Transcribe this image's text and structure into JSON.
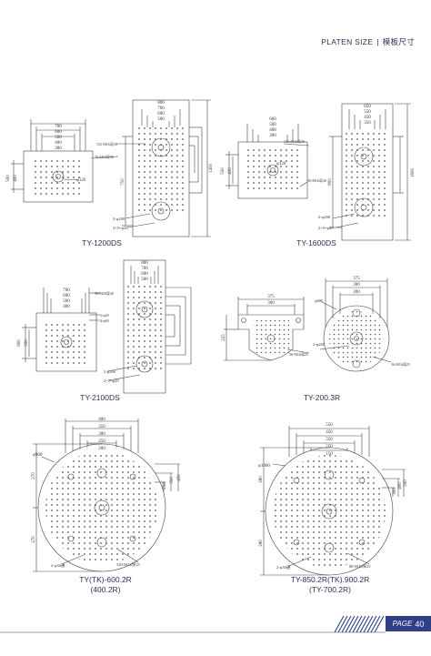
{
  "header": {
    "title_en": "PLATEN SIZE",
    "separator": "|",
    "title_cn": "模板尺寸"
  },
  "platens": [
    {
      "id": "ty-1200ds",
      "caption": "TY-1200DS",
      "fixed_dims": [
        "700",
        "600",
        "500",
        "400",
        "300",
        "200"
      ],
      "fixed_side_dims": [
        "500",
        "400",
        "300",
        "200"
      ],
      "fixed_notes": [
        "76-M16深30",
        "φ120"
      ],
      "moving_dims": [
        "800",
        "700",
        "600",
        "500",
        "400",
        "300",
        "200"
      ],
      "moving_notes": [
        "152-M16深30",
        "2-φ200",
        "2×5=φ20"
      ],
      "moving_side_dims": [
        "750",
        "1450"
      ]
    },
    {
      "id": "ty-1600ds",
      "caption": "TY-1600DS",
      "fixed_dims": [
        "600",
        "500",
        "400",
        "300",
        "200"
      ],
      "fixed_side_dims": [
        "550",
        "450",
        "350",
        "250"
      ],
      "fixed_notes": [
        "136-M16深30",
        "96-M16深30",
        "φ120"
      ],
      "moving_dims": [
        "650",
        "550",
        "450",
        "350",
        "250",
        "150"
      ],
      "moving_notes": [
        "2-φ200",
        "2×5=φ20"
      ],
      "moving_side_dims": [
        "800",
        "1600"
      ]
    },
    {
      "id": "ty-2100ds",
      "caption": "TY-2100DS",
      "fixed_dims": [
        "700",
        "600",
        "500",
        "400",
        "300"
      ],
      "fixed_side_dims": [
        "600",
        "500",
        "400",
        "300"
      ],
      "fixed_notes": [
        "96-M20深30",
        "2-φ20",
        "4-φ60"
      ],
      "moving_dims": [
        "800",
        "700",
        "600",
        "500",
        "400",
        "300"
      ],
      "moving_notes": [
        "2-φ200",
        "2×5=φ20"
      ],
      "moving_side_dims": []
    },
    {
      "id": "ty-200-3r",
      "caption": "TY-200.3R",
      "left_dims": [
        "375",
        "300",
        "200"
      ],
      "left_side_dims": [
        "225"
      ],
      "left_notes": [
        "56-M16深25"
      ],
      "right_dims": [
        "375",
        "300",
        "200"
      ],
      "right_notes": [
        "φ680",
        "2-φ200",
        "36-M16深25"
      ]
    },
    {
      "id": "ty-600-2r",
      "caption": "TY(TK)-600.2R",
      "caption2": "(400.2R)",
      "top_dims": [
        "400",
        "350",
        "300",
        "250",
        "200"
      ],
      "side_dims": [
        "450",
        "350",
        "250",
        "150"
      ],
      "vert_dims": [
        "270",
        "270"
      ],
      "notes": [
        "φ900",
        "2-φ30通",
        "320-M12深25"
      ]
    },
    {
      "id": "ty-850-2r",
      "caption": "TY-850.2R(TK).900.2R",
      "caption2": "(TY-700.2R)",
      "top_dims": [
        "550",
        "450",
        "350",
        "250",
        "150"
      ],
      "side_dims": [
        "500",
        "400",
        "300",
        "200"
      ],
      "vert_dims": [
        "280",
        "280"
      ],
      "notes": [
        "φ1000",
        "2-φ30通",
        "88-M16深25"
      ]
    }
  ],
  "footer": {
    "page_label": "PAGE",
    "page_number": "40"
  },
  "colors": {
    "accent": "#2e3f86",
    "line": "#444444"
  }
}
